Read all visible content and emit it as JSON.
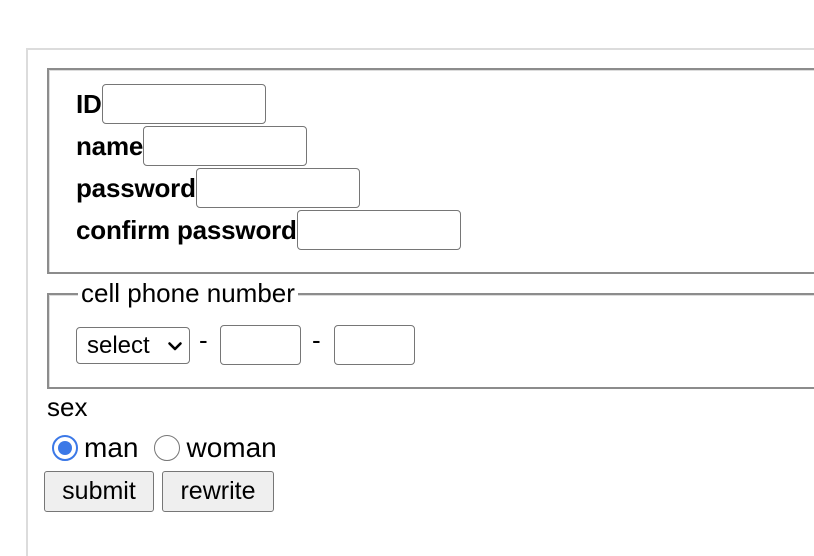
{
  "form": {
    "account_fields": [
      {
        "label": "ID",
        "value": ""
      },
      {
        "label": "name",
        "value": ""
      },
      {
        "label": "password",
        "value": ""
      },
      {
        "label": "confirm password",
        "value": ""
      }
    ],
    "phone": {
      "legend": "cell phone number",
      "select_value": "select",
      "separator": "-",
      "middle_value": "",
      "last_value": ""
    },
    "sex": {
      "label": "sex",
      "options": [
        {
          "label": "man",
          "checked": true
        },
        {
          "label": "woman",
          "checked": false
        }
      ]
    },
    "buttons": {
      "submit": "submit",
      "rewrite": "rewrite"
    }
  },
  "colors": {
    "radio_accent": "#3b78e7",
    "fieldset_border": "#8c8c8c",
    "button_bg": "#efefef"
  }
}
